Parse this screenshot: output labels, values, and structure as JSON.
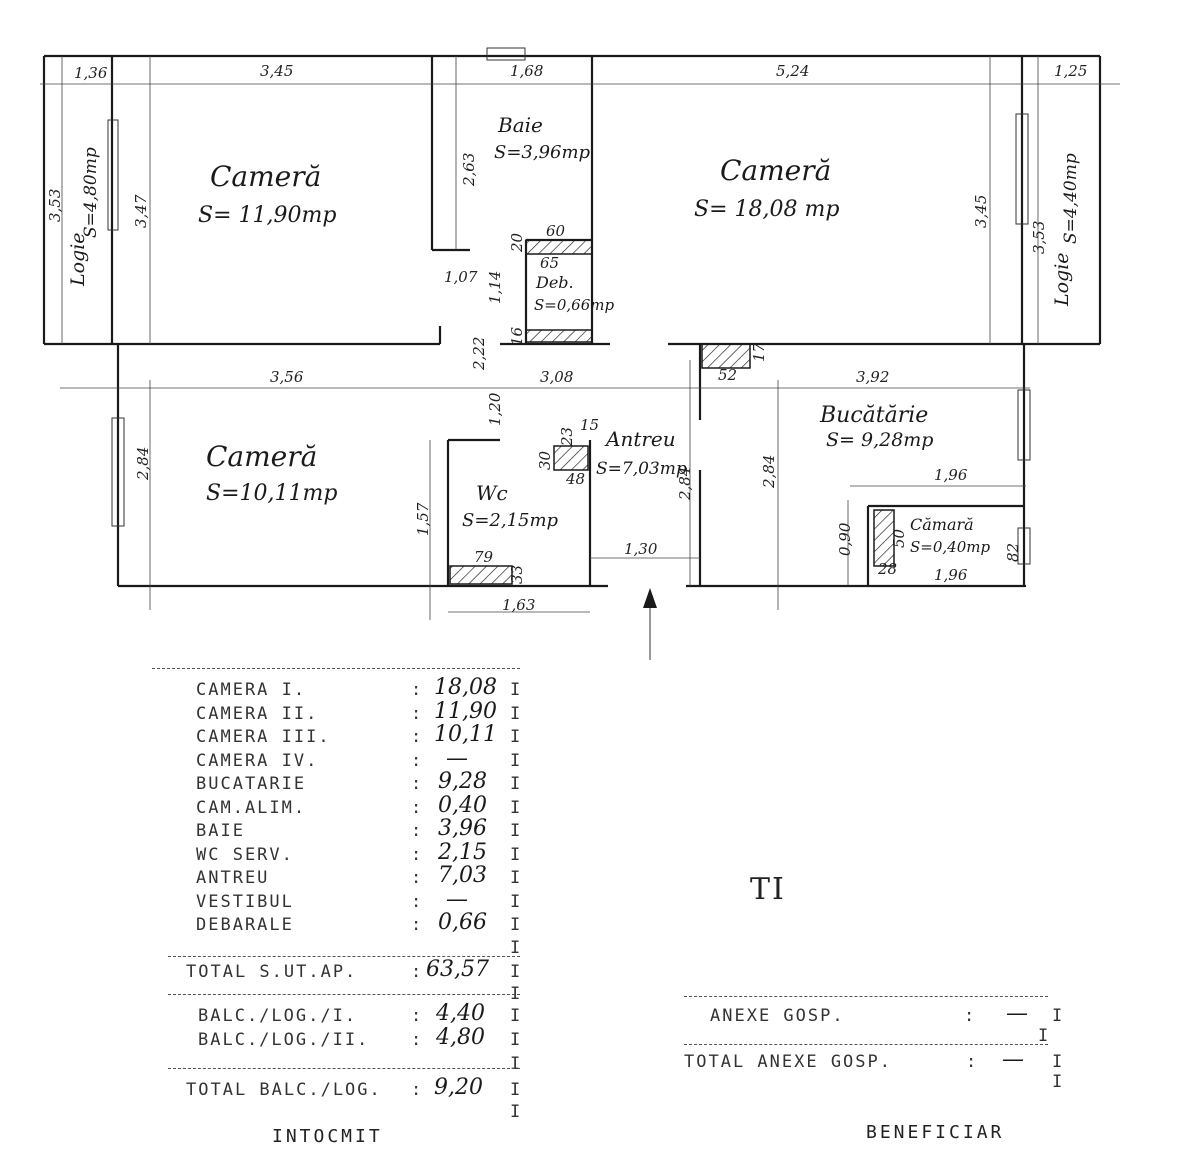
{
  "plan": {
    "rooms": [
      {
        "name": "Cameră",
        "area": "S= 11,90mp"
      },
      {
        "name": "Baie",
        "area": "S=3,96mp"
      },
      {
        "name": "Cameră",
        "area": "S= 18,08 mp"
      },
      {
        "name": "Deb.",
        "area": "S=0,66mp"
      },
      {
        "name": "Cameră",
        "area": "S=10,11mp"
      },
      {
        "name": "Wc",
        "area": "S=2,15mp"
      },
      {
        "name": "Antreu",
        "area": "S=7,03mp"
      },
      {
        "name": "Bucătărie",
        "area": "S= 9,28mp"
      },
      {
        "name": "Cămară",
        "area": "S=0,40mp"
      },
      {
        "name": "Logie",
        "area": "S=4,80mp"
      },
      {
        "name": "Logie",
        "area": "S=4,40mp"
      }
    ],
    "dimensions": {
      "top": [
        "1,36",
        "3,45",
        "1,68",
        "5,24",
        "1,25"
      ],
      "middle": [
        "3,56",
        "3,08",
        "3,92"
      ],
      "vertical": [
        "3,53",
        "3,47",
        "2,63",
        "3,45",
        "3,53",
        "2,84",
        "2,84",
        "2,84",
        "1,57",
        "0,90"
      ],
      "misc": [
        "1,07",
        "1,14",
        "2,22",
        "1,20",
        "60",
        "65",
        "20",
        "16",
        "52",
        "17",
        "15",
        "23",
        "30",
        "48",
        "79",
        "33",
        "1,30",
        "1,63",
        "1,96",
        "1,96",
        "50",
        "28",
        "82"
      ]
    }
  },
  "table": {
    "rows": [
      {
        "label": "CAMERA I.",
        "value": "18,08"
      },
      {
        "label": "CAMERA II.",
        "value": "11,90"
      },
      {
        "label": "CAMERA III.",
        "value": "10,11"
      },
      {
        "label": "CAMERA IV.",
        "value": "—"
      },
      {
        "label": "BUCATARIE",
        "value": "9,28"
      },
      {
        "label": "CAM.ALIM.",
        "value": "0,40"
      },
      {
        "label": "BAIE",
        "value": "3,96"
      },
      {
        "label": "WC SERV.",
        "value": "2,15"
      },
      {
        "label": "ANTREU",
        "value": "7,03"
      },
      {
        "label": "VESTIBUL",
        "value": "—"
      },
      {
        "label": "DEBARALE",
        "value": "0,66"
      }
    ],
    "total": {
      "label": "TOTAL S.UT.AP.",
      "value": "63,57"
    },
    "balcony_rows": [
      {
        "label": "BALC./LOG./I.",
        "value": "4,40"
      },
      {
        "label": "BALC./LOG./II.",
        "value": "4,80"
      }
    ],
    "balcony_total": {
      "label": "TOTAL BALC./LOG.",
      "value": "9,20"
    },
    "footer": "INTOCMIT"
  },
  "annex": {
    "rows": [
      {
        "label": "ANEXE GOSP.",
        "value": "—"
      }
    ],
    "total": {
      "label": "TOTAL ANEXE GOSP.",
      "value": "—"
    },
    "footer": "BENEFICIAR"
  },
  "marker": "TI",
  "colors": {
    "ink": "#1a1a1a",
    "paper": "#ffffff"
  }
}
